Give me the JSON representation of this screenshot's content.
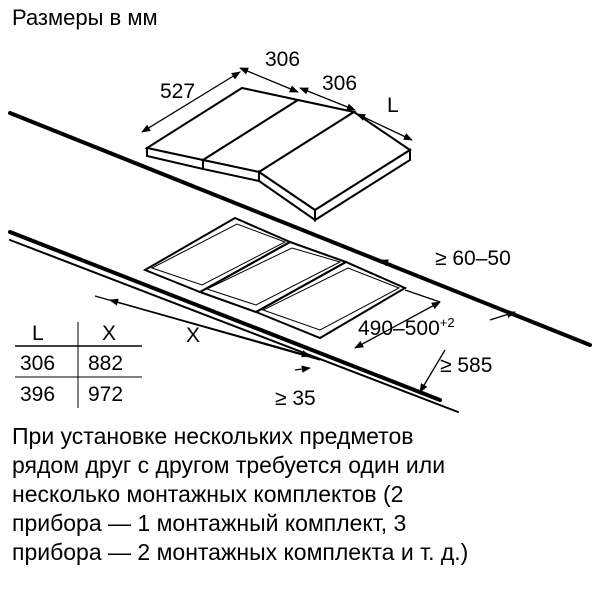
{
  "title": "Размеры в мм",
  "dimensions": {
    "depth": "527",
    "width_1": "306",
    "width_2": "306",
    "width_L": "L",
    "gap_top": "≥ 60–50",
    "cutout_depth": "490–500",
    "cutout_depth_sup": "+2",
    "cutout_width": "X",
    "worktop_depth": "≥ 585",
    "front_gap": "≥ 35"
  },
  "table": {
    "headers": [
      "L",
      "X"
    ],
    "rows": [
      [
        "306",
        "882"
      ],
      [
        "396",
        "972"
      ]
    ]
  },
  "note_lines": [
    "При установке нескольких предметов",
    "рядом друг с другом требуется один или",
    "несколько монтажных комплектов (2",
    "прибора — 1 монтажный комплект, 3",
    "прибора — 2 монтажных комплекта и т. д.)"
  ]
}
